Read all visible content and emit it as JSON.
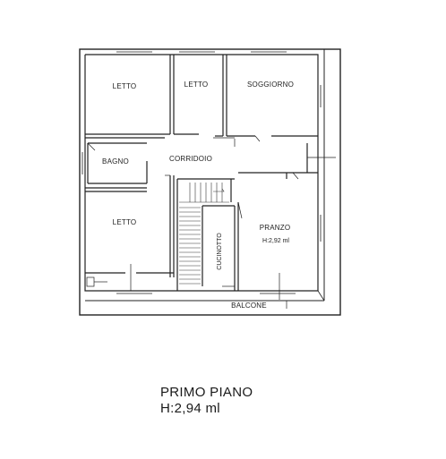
{
  "rooms": {
    "letto_1": "LETTO",
    "letto_2": "LETTO",
    "soggiorno": "SOGGIORNO",
    "bagno": "BAGNO",
    "corridoio": "CORRIDOIO",
    "letto_3": "LETTO",
    "pranzo": "PRANZO",
    "pranzo_height": "H:2,92 ml",
    "cucinotto": "CUCINOTTO",
    "balcone": "BALCONE"
  },
  "caption": {
    "floor": "PRIMO PIANO",
    "height": "H:2,94 ml"
  }
}
